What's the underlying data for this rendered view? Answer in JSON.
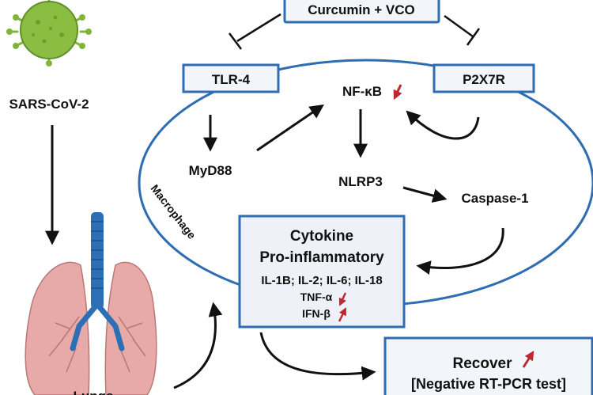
{
  "virus": {
    "label": "SARS-CoV-2"
  },
  "lungs": {
    "label": "Lungs"
  },
  "treatment": {
    "label": "Curcumin + VCO"
  },
  "cell": {
    "label": "Macrophage"
  },
  "receptors": {
    "tlr4": "TLR-4",
    "p2x7r": "P2X7R"
  },
  "nodes": {
    "nfkb": "NF-κB",
    "myd88": "MyD88",
    "nlrp3": "NLRP3",
    "caspase1": "Caspase-1"
  },
  "cytokine_box": {
    "title1": "Cytokine",
    "title2": "Pro-inflammatory",
    "list": "IL-1B; IL-2; IL-6; IL-18",
    "tnf": "TNF-α",
    "ifn": "IFN-β"
  },
  "recover_box": {
    "title": "Recover",
    "subtitle": "[Negative RT-PCR test]"
  },
  "colors": {
    "box_border": "#2f6db3",
    "box_fill": "#f2f5fa",
    "indicator": "#c0282f",
    "virus_body": "#7fb539",
    "lung_fill": "#e8aaa8",
    "trachea": "#2d6fb5"
  },
  "indicators": {
    "nfkb": "down",
    "tnf": "down",
    "ifn": "up",
    "recover": "up"
  }
}
